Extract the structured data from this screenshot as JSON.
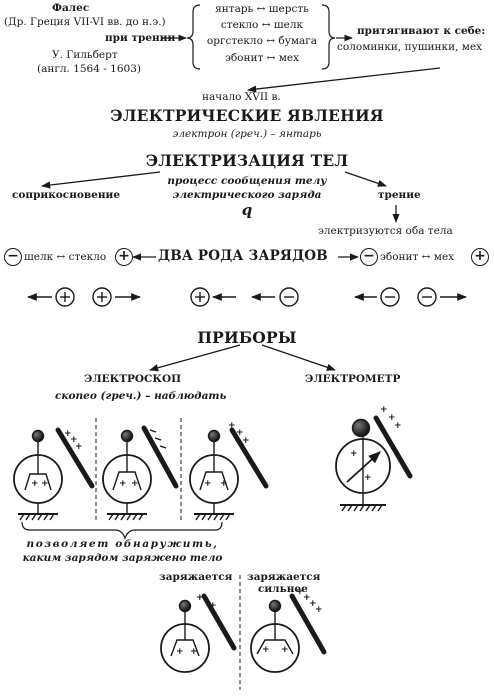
{
  "history": {
    "thales_name": "Фалес",
    "thales_info": "(Др. Греция VII-VI вв. до н.э.)",
    "by_friction": "при трении",
    "gilbert_name": "У. Гильберт",
    "gilbert_info": "(англ. 1564 - 1603)",
    "pairs": [
      "янтарь ↔ шерсть",
      "стекло ↔ шелк",
      "оргстекло ↔ бумага",
      "эбонит ↔ мех"
    ],
    "attract_line1": "притягивают к себе:",
    "attract_line2": "соломинки, пушинки, мех"
  },
  "phenomena": {
    "date": "начало XVII в.",
    "title": "ЭЛЕКТРИЧЕСКИЕ ЯВЛЕНИЯ",
    "etymology": "электрон (греч.) – янтарь"
  },
  "electrization": {
    "title": "ЭЛЕКТРИЗАЦИЯ ТЕЛ",
    "definition_line1": "процесс сообщения телу",
    "definition_line2": "электрического заряда",
    "symbol": "q",
    "contact": "соприкосновение",
    "friction": "трение",
    "friction_result": "электризуются оба тела"
  },
  "charges": {
    "title": "ДВА РОДА ЗАРЯДОВ",
    "left_pair": "шелк ↔ стекло",
    "right_pair": "эбонит ↔ мех",
    "minus": "−",
    "plus": "+"
  },
  "devices": {
    "title": "ПРИБОРЫ",
    "electroscope": "ЭЛЕКТРОСКОП",
    "electroscope_etymology": "скопео (греч.) – наблюдать",
    "electrometer": "ЭЛЕКТРОМЕТР",
    "allows_line1": "позволяет обнаружить,",
    "allows_line2": "каким зарядом заряжено тело",
    "charging": "заряжается",
    "charging_stronger_line1": "заряжается",
    "charging_stronger_line2": "сильнее"
  }
}
